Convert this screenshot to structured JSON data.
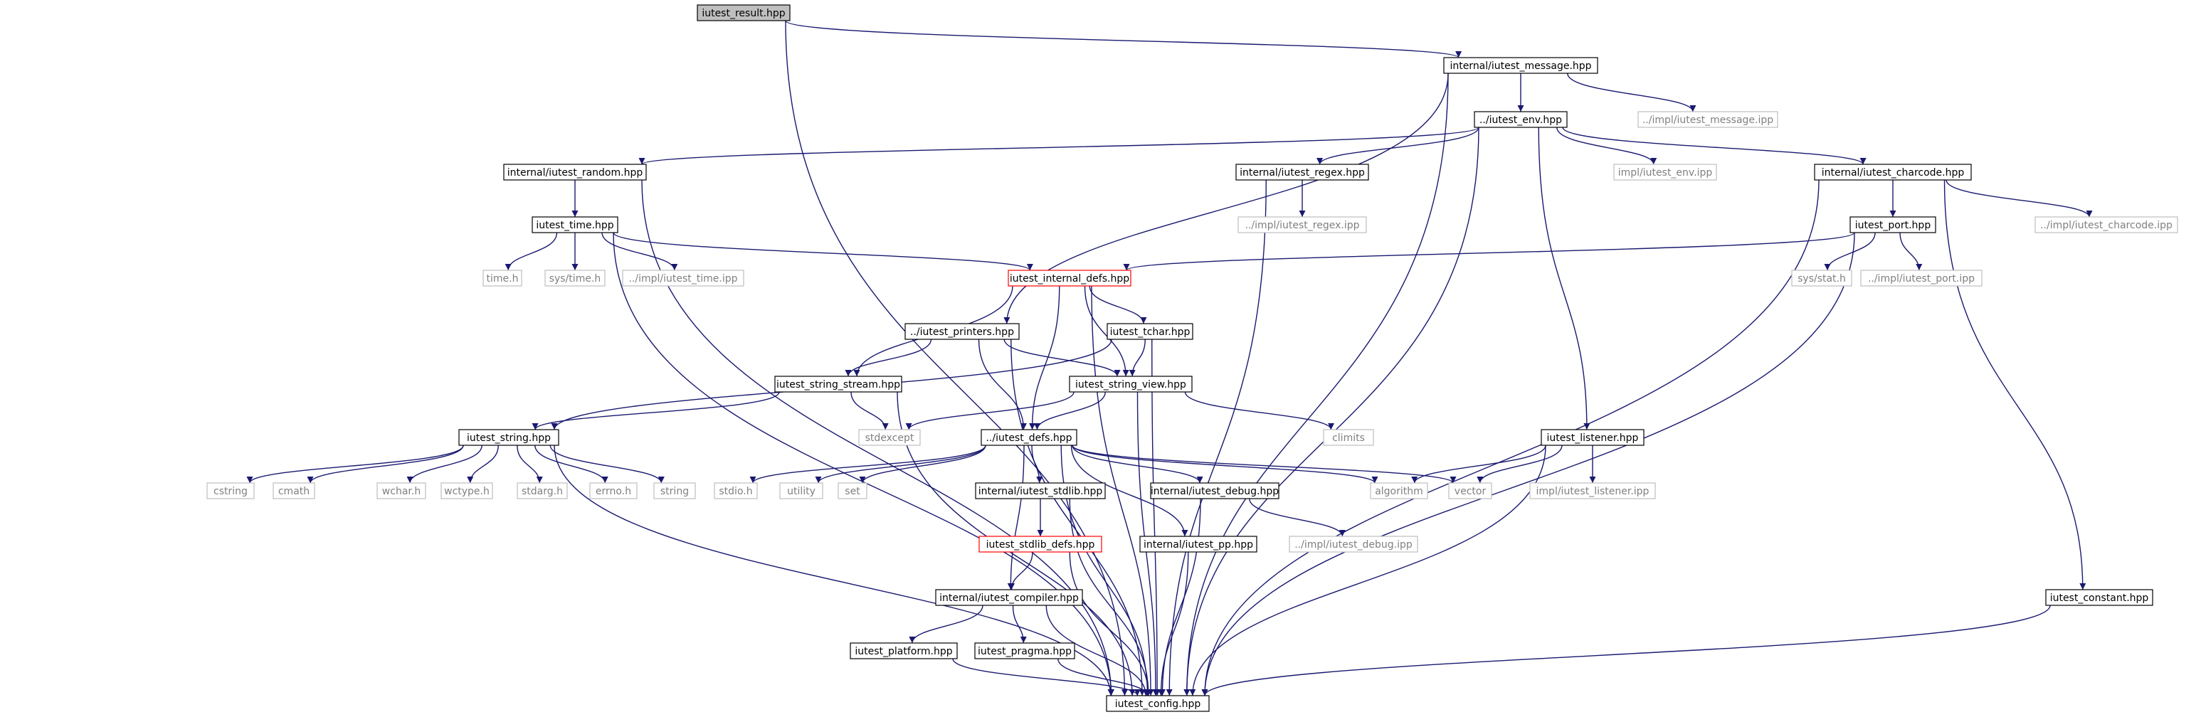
{
  "title": "",
  "colors": {
    "edge": "#191970",
    "node_border": "#000000",
    "ext_border": "#bfbfbf",
    "ext_text": "#808080",
    "red_border": "#ff0000",
    "root_fill": "#bfbfbf",
    "fill": "#ffffff"
  },
  "nodes": [
    {
      "id": "iutest_result",
      "label": "iutest_result.hpp",
      "kind": "root"
    },
    {
      "id": "message",
      "label": "internal/iutest_message.hpp",
      "kind": "file"
    },
    {
      "id": "env",
      "label": "../iutest_env.hpp",
      "kind": "file"
    },
    {
      "id": "impl_message",
      "label": "../impl/iutest_message.ipp",
      "kind": "external"
    },
    {
      "id": "random",
      "label": "internal/iutest_random.hpp",
      "kind": "file"
    },
    {
      "id": "regex",
      "label": "internal/iutest_regex.hpp",
      "kind": "file"
    },
    {
      "id": "impl_env",
      "label": "impl/iutest_env.ipp",
      "kind": "external"
    },
    {
      "id": "charcode",
      "label": "internal/iutest_charcode.hpp",
      "kind": "file"
    },
    {
      "id": "time",
      "label": "iutest_time.hpp",
      "kind": "file"
    },
    {
      "id": "impl_regex",
      "label": "../impl/iutest_regex.ipp",
      "kind": "external"
    },
    {
      "id": "port",
      "label": "iutest_port.hpp",
      "kind": "file"
    },
    {
      "id": "impl_charcode",
      "label": "../impl/iutest_charcode.ipp",
      "kind": "external"
    },
    {
      "id": "time_h",
      "label": "time.h",
      "kind": "external"
    },
    {
      "id": "sys_time_h",
      "label": "sys/time.h",
      "kind": "external"
    },
    {
      "id": "impl_time",
      "label": "../impl/iutest_time.ipp",
      "kind": "external"
    },
    {
      "id": "internal_defs",
      "label": "iutest_internal_defs.hpp",
      "kind": "red"
    },
    {
      "id": "sys_stat_h",
      "label": "sys/stat.h",
      "kind": "external"
    },
    {
      "id": "impl_port",
      "label": "../impl/iutest_port.ipp",
      "kind": "external"
    },
    {
      "id": "printers",
      "label": "../iutest_printers.hpp",
      "kind": "file"
    },
    {
      "id": "tchar",
      "label": "iutest_tchar.hpp",
      "kind": "file"
    },
    {
      "id": "string_stream",
      "label": "iutest_string_stream.hpp",
      "kind": "file"
    },
    {
      "id": "string_view",
      "label": "iutest_string_view.hpp",
      "kind": "file"
    },
    {
      "id": "stdexcept",
      "label": "stdexcept",
      "kind": "external"
    },
    {
      "id": "climits",
      "label": "climits",
      "kind": "external"
    },
    {
      "id": "listener",
      "label": "iutest_listener.hpp",
      "kind": "file"
    },
    {
      "id": "string",
      "label": "iutest_string.hpp",
      "kind": "file"
    },
    {
      "id": "defs",
      "label": "../iutest_defs.hpp",
      "kind": "file"
    },
    {
      "id": "cstring",
      "label": "cstring",
      "kind": "external"
    },
    {
      "id": "cmath",
      "label": "cmath",
      "kind": "external"
    },
    {
      "id": "wchar_h",
      "label": "wchar.h",
      "kind": "external"
    },
    {
      "id": "wctype_h",
      "label": "wctype.h",
      "kind": "external"
    },
    {
      "id": "stdarg_h",
      "label": "stdarg.h",
      "kind": "external"
    },
    {
      "id": "errno_h",
      "label": "errno.h",
      "kind": "external"
    },
    {
      "id": "string_std",
      "label": "string",
      "kind": "external"
    },
    {
      "id": "stdio_h",
      "label": "stdio.h",
      "kind": "external"
    },
    {
      "id": "utility",
      "label": "utility",
      "kind": "external"
    },
    {
      "id": "set",
      "label": "set",
      "kind": "external"
    },
    {
      "id": "stdlib",
      "label": "internal/iutest_stdlib.hpp",
      "kind": "file"
    },
    {
      "id": "debug",
      "label": "internal/iutest_debug.hpp",
      "kind": "file"
    },
    {
      "id": "algorithm",
      "label": "algorithm",
      "kind": "external"
    },
    {
      "id": "vector",
      "label": "vector",
      "kind": "external"
    },
    {
      "id": "impl_listener",
      "label": "impl/iutest_listener.ipp",
      "kind": "external"
    },
    {
      "id": "stdlib_defs",
      "label": "iutest_stdlib_defs.hpp",
      "kind": "red"
    },
    {
      "id": "pp",
      "label": "internal/iutest_pp.hpp",
      "kind": "file"
    },
    {
      "id": "impl_debug",
      "label": "../impl/iutest_debug.ipp",
      "kind": "external"
    },
    {
      "id": "compiler",
      "label": "internal/iutest_compiler.hpp",
      "kind": "file"
    },
    {
      "id": "constant",
      "label": "iutest_constant.hpp",
      "kind": "file"
    },
    {
      "id": "platform",
      "label": "iutest_platform.hpp",
      "kind": "file"
    },
    {
      "id": "pragma",
      "label": "iutest_pragma.hpp",
      "kind": "file"
    },
    {
      "id": "config",
      "label": "iutest_config.hpp",
      "kind": "file"
    }
  ],
  "edges": [
    [
      "iutest_result",
      "message"
    ],
    [
      "iutest_result",
      "config"
    ],
    [
      "message",
      "env"
    ],
    [
      "message",
      "impl_message"
    ],
    [
      "message",
      "printers"
    ],
    [
      "message",
      "config"
    ],
    [
      "env",
      "random"
    ],
    [
      "env",
      "regex"
    ],
    [
      "env",
      "impl_env"
    ],
    [
      "env",
      "charcode"
    ],
    [
      "env",
      "listener"
    ],
    [
      "env",
      "config"
    ],
    [
      "random",
      "time"
    ],
    [
      "random",
      "config"
    ],
    [
      "regex",
      "impl_regex"
    ],
    [
      "regex",
      "config"
    ],
    [
      "charcode",
      "port"
    ],
    [
      "charcode",
      "impl_charcode"
    ],
    [
      "charcode",
      "constant"
    ],
    [
      "charcode",
      "config"
    ],
    [
      "time",
      "time_h"
    ],
    [
      "time",
      "sys_time_h"
    ],
    [
      "time",
      "impl_time"
    ],
    [
      "time",
      "internal_defs"
    ],
    [
      "time",
      "config"
    ],
    [
      "port",
      "internal_defs"
    ],
    [
      "port",
      "sys_stat_h"
    ],
    [
      "port",
      "impl_port"
    ],
    [
      "port",
      "config"
    ],
    [
      "internal_defs",
      "string_stream"
    ],
    [
      "internal_defs",
      "tchar"
    ],
    [
      "internal_defs",
      "string_view"
    ],
    [
      "internal_defs",
      "defs"
    ],
    [
      "internal_defs",
      "config"
    ],
    [
      "printers",
      "string_stream"
    ],
    [
      "printers",
      "string_view"
    ],
    [
      "printers",
      "defs"
    ],
    [
      "printers",
      "config"
    ],
    [
      "tchar",
      "string_view"
    ],
    [
      "tchar",
      "string"
    ],
    [
      "tchar",
      "config"
    ],
    [
      "string_stream",
      "string"
    ],
    [
      "string_stream",
      "stdexcept"
    ],
    [
      "string_stream",
      "config"
    ],
    [
      "string_view",
      "stdexcept"
    ],
    [
      "string_view",
      "climits"
    ],
    [
      "string_view",
      "defs"
    ],
    [
      "string_view",
      "config"
    ],
    [
      "string",
      "cstring"
    ],
    [
      "string",
      "cmath"
    ],
    [
      "string",
      "wchar_h"
    ],
    [
      "string",
      "wctype_h"
    ],
    [
      "string",
      "stdarg_h"
    ],
    [
      "string",
      "errno_h"
    ],
    [
      "string",
      "string_std"
    ],
    [
      "string",
      "config"
    ],
    [
      "defs",
      "stdio_h"
    ],
    [
      "defs",
      "utility"
    ],
    [
      "defs",
      "set"
    ],
    [
      "defs",
      "stdlib"
    ],
    [
      "defs",
      "debug"
    ],
    [
      "defs",
      "algorithm"
    ],
    [
      "defs",
      "vector"
    ],
    [
      "defs",
      "pp"
    ],
    [
      "defs",
      "compiler"
    ],
    [
      "defs",
      "config"
    ],
    [
      "listener",
      "algorithm"
    ],
    [
      "listener",
      "vector"
    ],
    [
      "listener",
      "impl_listener"
    ],
    [
      "listener",
      "config"
    ],
    [
      "stdlib",
      "stdlib_defs"
    ],
    [
      "stdlib",
      "config"
    ],
    [
      "stdlib_defs",
      "compiler"
    ],
    [
      "stdlib_defs",
      "config"
    ],
    [
      "debug",
      "impl_debug"
    ],
    [
      "debug",
      "config"
    ],
    [
      "pp",
      "config"
    ],
    [
      "compiler",
      "platform"
    ],
    [
      "compiler",
      "pragma"
    ],
    [
      "compiler",
      "config"
    ],
    [
      "platform",
      "config"
    ],
    [
      "pragma",
      "config"
    ],
    [
      "constant",
      "config"
    ]
  ]
}
